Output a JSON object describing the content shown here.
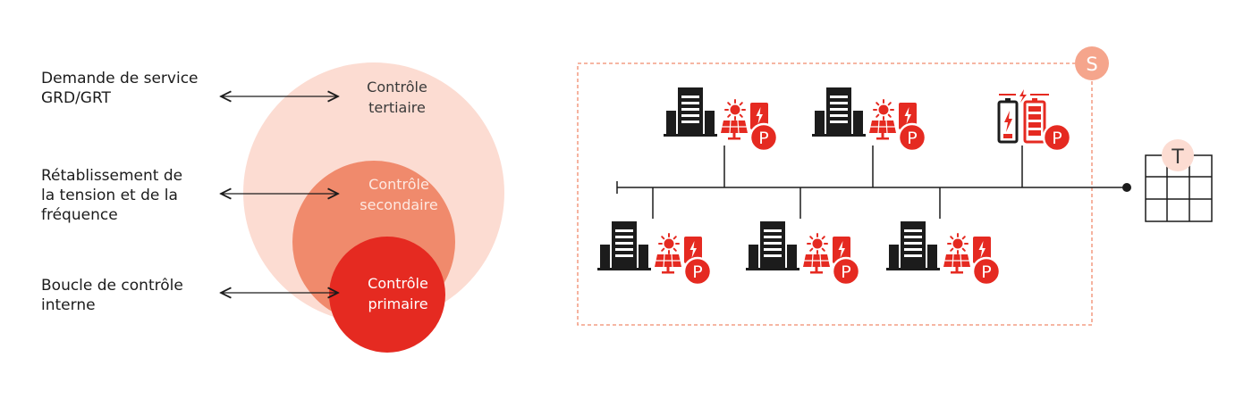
{
  "left_labels": {
    "service_demand": [
      "Demande de service",
      "GRD/GRT"
    ],
    "restoration": [
      "Rétablissement de",
      "la tension et de la",
      "fréquence"
    ],
    "internal_loop": [
      "Boucle de contrôle",
      "interne"
    ]
  },
  "control_levels": {
    "tertiary": [
      "Contrôle",
      "tertiaire"
    ],
    "secondary": [
      "Contrôle",
      "secondaire"
    ],
    "primary": [
      "Contrôle",
      "primaire"
    ]
  },
  "grid_badges": {
    "system": "S",
    "transformer": "T",
    "producer": "P"
  },
  "colors": {
    "tertiary_fill": "#fcdcd2",
    "secondary_fill": "#f08a6c",
    "primary_fill": "#e52a21",
    "accent_red": "#e52a21",
    "dashed_border": "#f08a6c",
    "badge_fill": "#f5a58c",
    "building": "#1c1c1c"
  },
  "icons": [
    "building-icon",
    "sun-icon",
    "solar-panel-icon",
    "battery-icon",
    "transformer-grid-icon"
  ]
}
